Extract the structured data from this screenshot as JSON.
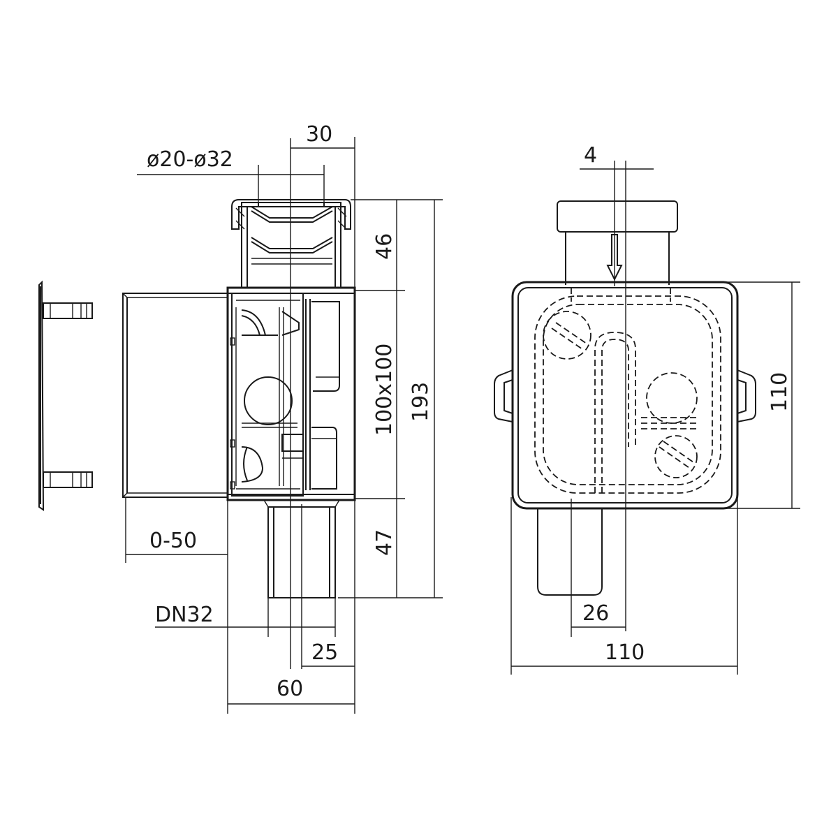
{
  "side_view": {
    "dim_outlet_offset": "30",
    "dim_inlet_range": "ø20-ø32",
    "dim_top_height": "46",
    "dim_box_size": "100x100",
    "dim_total_height": "193",
    "dim_bottom_height": "47",
    "dim_adjustment": "0-50",
    "dim_pipe": "DN32",
    "dim_pipe_offset": "25",
    "dim_depth": "60"
  },
  "front_view": {
    "dim_offset_top": "4",
    "dim_height": "110",
    "dim_drain_offset": "26",
    "dim_width": "110"
  }
}
